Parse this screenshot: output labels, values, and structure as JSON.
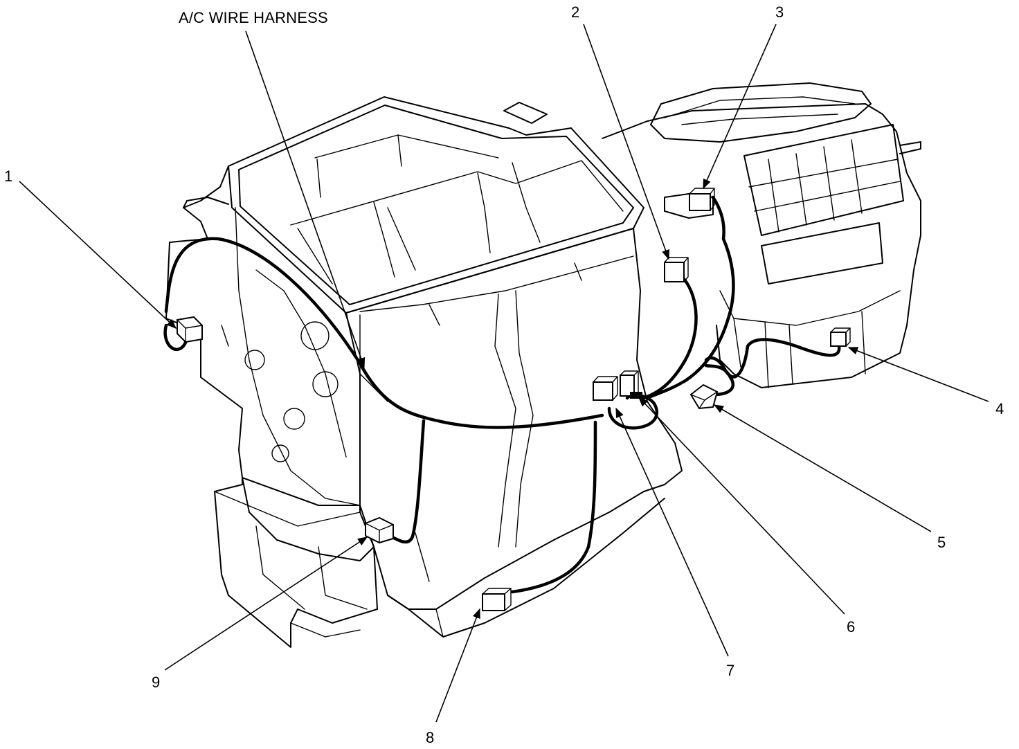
{
  "diagram": {
    "harness_label": "A/C WIRE HARNESS",
    "callouts": [
      "1",
      "2",
      "3",
      "4",
      "5",
      "6",
      "7",
      "8",
      "9"
    ]
  }
}
